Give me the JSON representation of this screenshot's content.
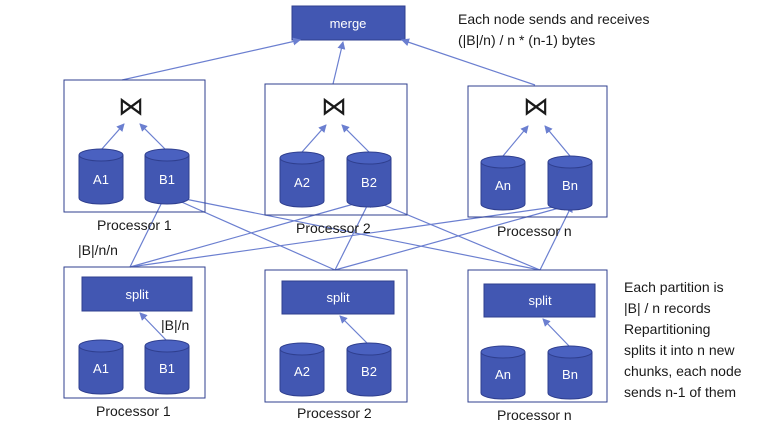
{
  "merge": {
    "label": "merge"
  },
  "join_symbol": "⋈",
  "notes": {
    "top": [
      "Each node sends and receives",
      "(|B|/n) / n  * (n-1) bytes"
    ],
    "right": [
      "Each partition is",
      "|B| / n records",
      "Repartitioning",
      "splits it into n new",
      "chunks, each node",
      "sends n-1 of them"
    ]
  },
  "edge_labels": {
    "upper": "|B|/n/n",
    "lower": "|B|/n"
  },
  "top_processors": [
    {
      "name": "Processor  1",
      "a": "A1",
      "b": "B1"
    },
    {
      "name": "Processor  2",
      "a": "A2",
      "b": "B2"
    },
    {
      "name": "Processor  n",
      "a": "An",
      "b": "Bn"
    }
  ],
  "bottom_processors": [
    {
      "name": "Processor  1",
      "split": "split",
      "a": "A1",
      "b": "B1"
    },
    {
      "name": "Processor  2",
      "split": "split",
      "a": "A2",
      "b": "B2"
    },
    {
      "name": "Processor  n",
      "split": "split",
      "a": "An",
      "b": "Bn"
    }
  ],
  "colors": {
    "accent": "#4257b2",
    "edge": "#6b7fd0",
    "frame": "#2f3f8f"
  }
}
